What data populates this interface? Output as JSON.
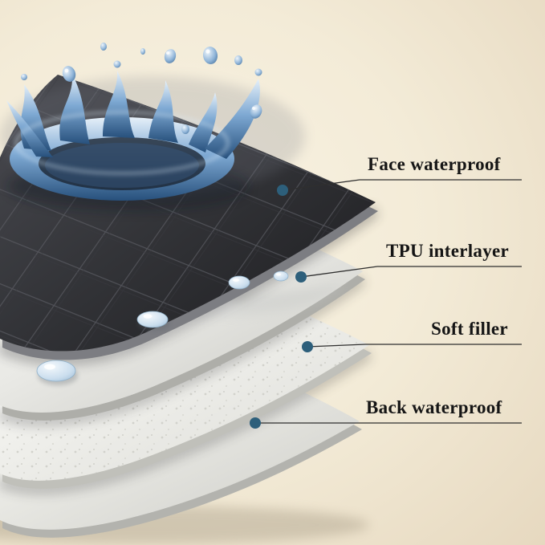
{
  "callouts": [
    {
      "label": "Face waterproof"
    },
    {
      "label": "TPU interlayer"
    },
    {
      "label": "Soft filler"
    },
    {
      "label": "Back waterproof"
    }
  ],
  "icons": {
    "callout_dot": "filled-circle"
  },
  "colors": {
    "background_cream": "#f2e9d6",
    "face_layer_dark": "#2f3034",
    "white_layer": "#f2f2ee",
    "water_blue": "#4a7fb5",
    "callout_dot": "#2d5f7b",
    "callout_line": "#2f2f2f",
    "label_text": "#151515"
  }
}
